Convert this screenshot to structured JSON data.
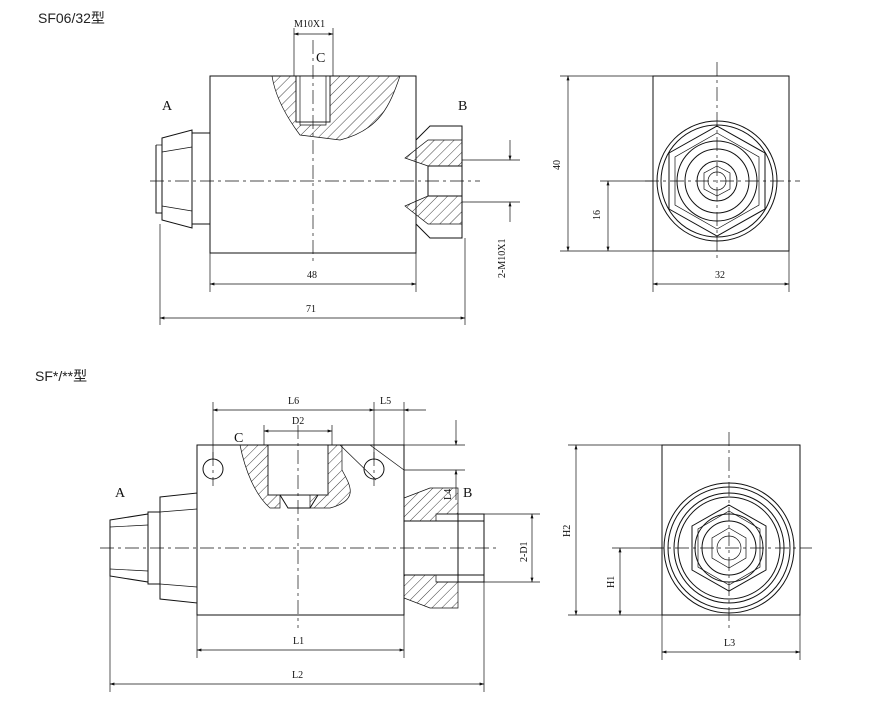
{
  "titles": {
    "top": "SF06/32型",
    "bottom": "SF*/**型"
  },
  "top_view": {
    "port_a": "A",
    "port_b": "B",
    "port_c": "C",
    "thread_c": "M10X1",
    "thread_side": "2-M10X1",
    "body_length": "48",
    "overall_length": "71",
    "height": "40",
    "center_height": "16",
    "width": "32"
  },
  "bottom_view": {
    "port_a": "A",
    "port_b": "B",
    "port_c": "C",
    "l1": "L1",
    "l2": "L2",
    "l3": "L3",
    "l4": "L4",
    "l5": "L5",
    "l6": "L6",
    "d1": "2-D1",
    "d2": "D2",
    "h1": "H1",
    "h2": "H2"
  },
  "colors": {
    "line": "#111111",
    "background": "#ffffff"
  }
}
